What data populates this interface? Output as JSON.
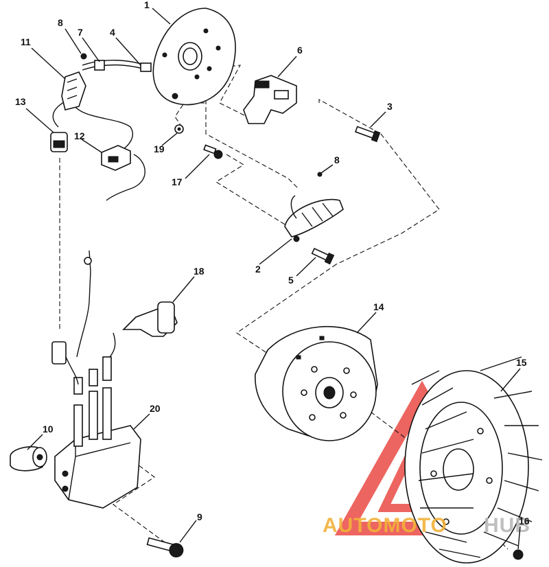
{
  "callouts": {
    "c1": "1",
    "c2": "2",
    "c3": "3",
    "c4": "4",
    "c5": "5",
    "c6": "6",
    "c7": "7",
    "c8a": "8",
    "c8b": "8",
    "c9": "9",
    "c10": "10",
    "c11": "11",
    "c12": "12",
    "c13": "13",
    "c14": "14",
    "c15": "15",
    "c16": "16",
    "c17": "17",
    "c18": "18",
    "c19": "19",
    "c20": "20"
  },
  "watermark": {
    "part1": "AUTOMOTO",
    "part2": "HUB",
    "color_orange": "#f2b23a",
    "color_red": "#e8322c",
    "color_gray": "#b9b9b9"
  }
}
